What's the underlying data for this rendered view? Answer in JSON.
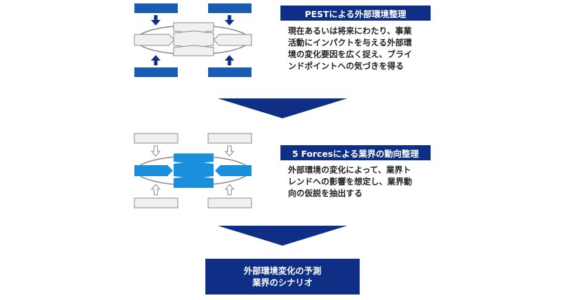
{
  "colors": {
    "dark_navy": "#0f2f86",
    "blue": "#1a5cb0",
    "bright_blue": "#1a8fdc",
    "light_gray": "#f0f0f0",
    "gray_border": "#8a8a8a"
  },
  "steps": [
    {
      "title": "PESTによる外部環境整理",
      "description_lines": [
        "現在あるいは将来にわたり、事業",
        "活動にインパクトを与える外部環",
        "境の変化要因を広く捉え、ブライ",
        "ンドポイントへの気づきを得る"
      ]
    },
    {
      "title": "5 Forcesによる業界の動向整理",
      "description_lines": [
        "外部環境の変化によって、業界ト",
        "レンドへの影響を想定し、業界動",
        "向の仮説を抽出する"
      ]
    }
  ],
  "result": {
    "lines": [
      "外部環境変化の予測",
      "業界のシナリオ"
    ]
  }
}
